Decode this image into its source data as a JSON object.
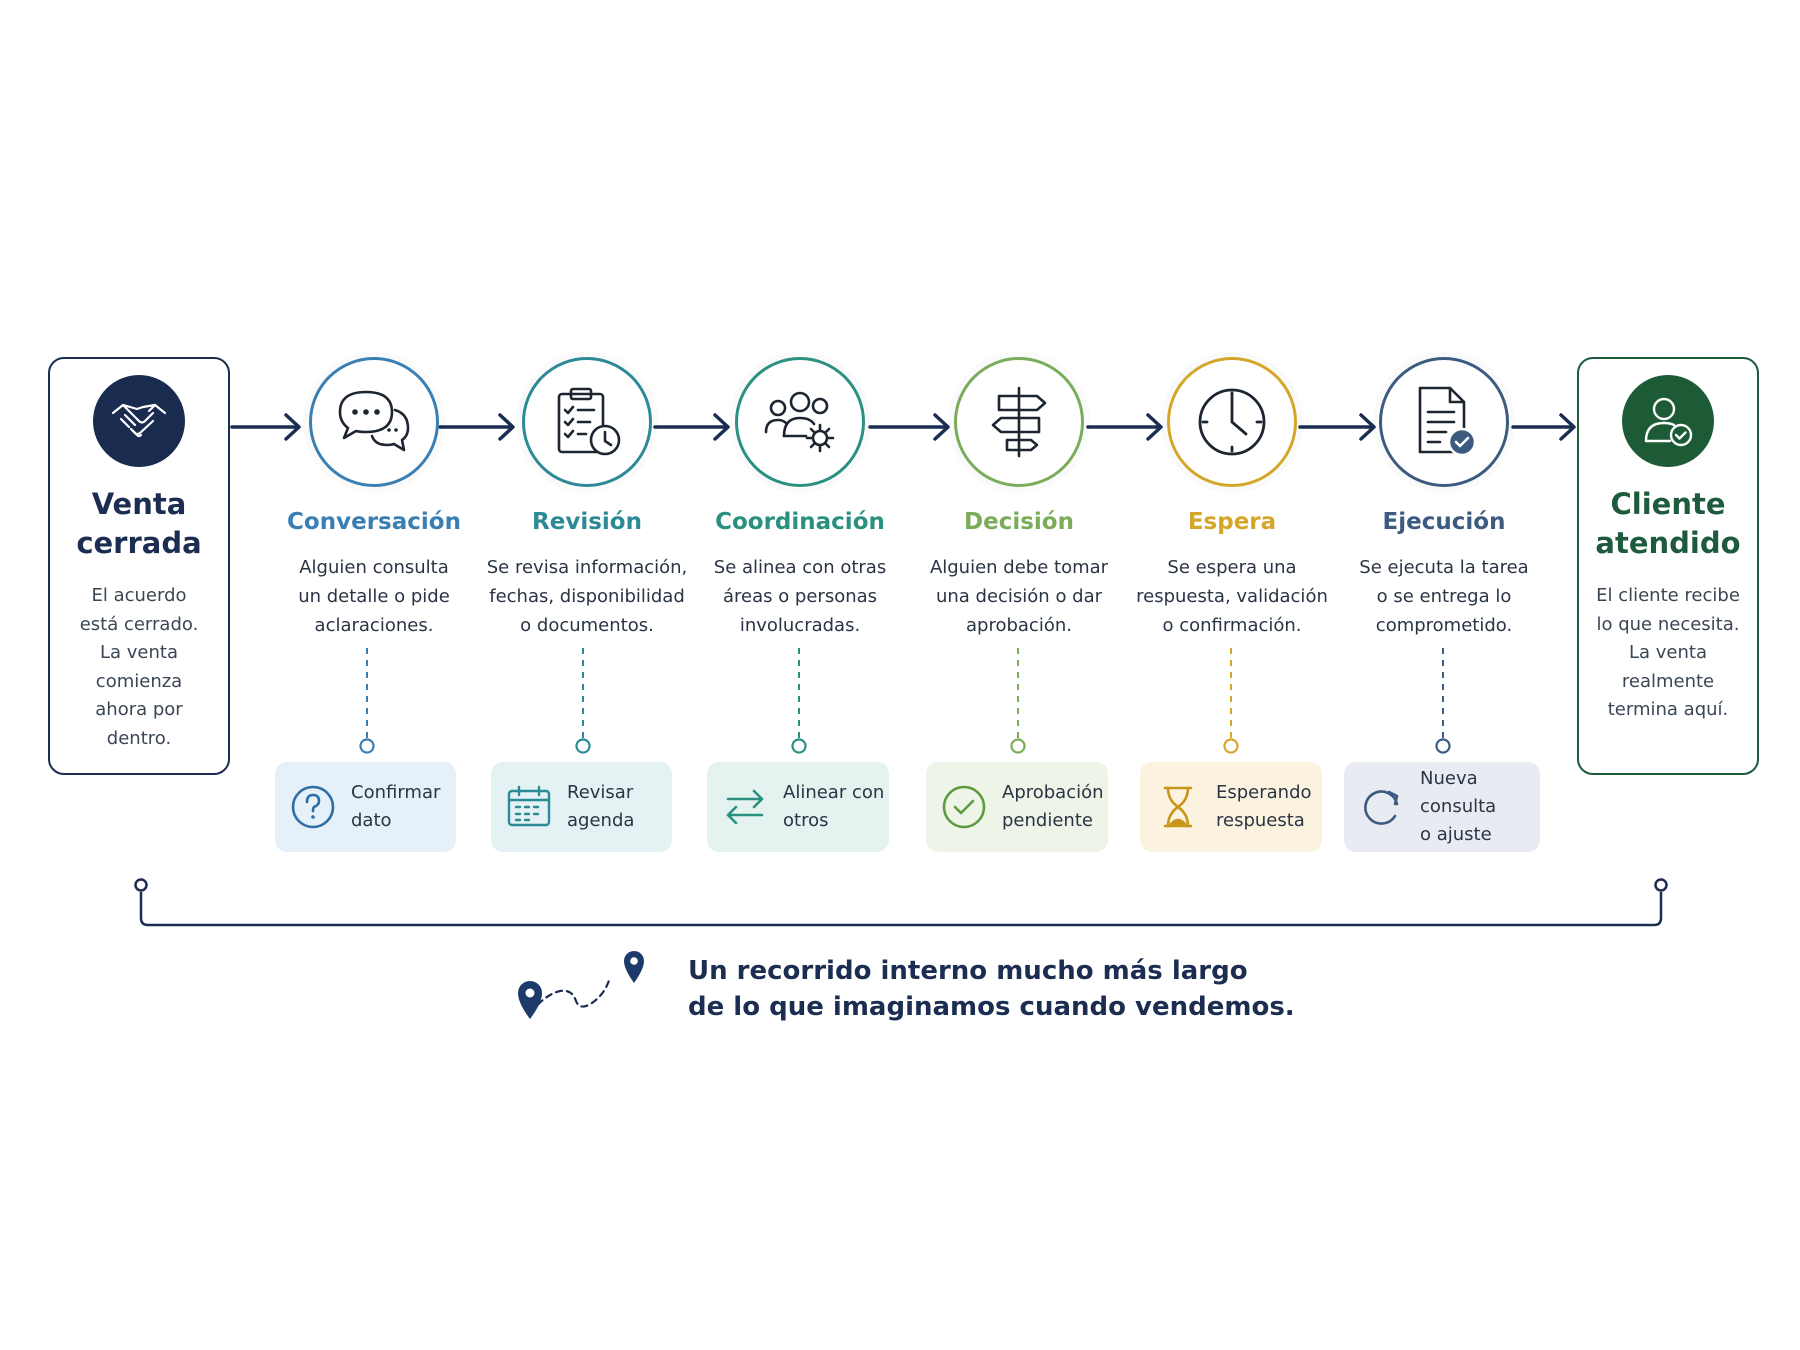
{
  "start": {
    "title_line1": "Venta",
    "title_line2": "cerrada",
    "desc_lines": [
      "El acuerdo",
      "está cerrado.",
      "La venta",
      "comienza",
      "ahora por",
      "dentro."
    ],
    "icon": "handshake-icon",
    "color": "#1c2d52"
  },
  "end": {
    "title_line1": "Cliente",
    "title_line2": "atendido",
    "desc_lines": [
      "El cliente recibe",
      "lo que necesita.",
      "La venta",
      "realmente",
      "termina aquí."
    ],
    "icon": "user-check-icon",
    "color": "#1e5a3c"
  },
  "stages": [
    {
      "name": "Conversación",
      "desc_lines": [
        "Alguien consulta",
        "un detalle o pide",
        "aclaraciones."
      ],
      "icon": "chat-bubbles-icon",
      "color": "#3a7fb3",
      "chip": {
        "lines": [
          "Confirmar",
          "dato"
        ],
        "icon": "question-icon",
        "bg": "#e6f0f8"
      }
    },
    {
      "name": "Revisión",
      "desc_lines": [
        "Se revisa información,",
        "fechas, disponibilidad",
        "o documentos."
      ],
      "icon": "clipboard-clock-icon",
      "color": "#2b8a96",
      "chip": {
        "lines": [
          "Revisar",
          "agenda"
        ],
        "icon": "calendar-icon",
        "bg": "#e4f2f3"
      }
    },
    {
      "name": "Coordinación",
      "desc_lines": [
        "Se alinea con otras",
        "áreas o personas",
        "involucradas."
      ],
      "icon": "team-gear-icon",
      "color": "#2a9080",
      "chip": {
        "lines": [
          "Alinear con",
          "otros"
        ],
        "icon": "swap-arrows-icon",
        "bg": "#e4f3f0"
      }
    },
    {
      "name": "Decisión",
      "desc_lines": [
        "Alguien debe tomar",
        "una decisión o dar",
        "aprobación."
      ],
      "icon": "signpost-icon",
      "color": "#7aac5a",
      "chip": {
        "lines": [
          "Aprobación",
          "pendiente"
        ],
        "icon": "check-circle-icon",
        "bg": "#eef5e8"
      }
    },
    {
      "name": "Espera",
      "desc_lines": [
        "Se espera una",
        "respuesta, validación",
        "o confirmación."
      ],
      "icon": "clock-icon",
      "color": "#d4a62a",
      "chip": {
        "lines": [
          "Esperando",
          "respuesta"
        ],
        "icon": "hourglass-icon",
        "bg": "#fbf3df"
      }
    },
    {
      "name": "Ejecución",
      "desc_lines": [
        "Se ejecuta la tarea",
        "o se entrega lo",
        "comprometido."
      ],
      "icon": "document-check-icon",
      "color": "#3d5a80",
      "chip": {
        "lines": [
          "Nueva consulta",
          "o ajuste"
        ],
        "icon": "refresh-icon",
        "bg": "#e8ecf2"
      }
    }
  ],
  "footer": {
    "line1": "Un recorrido interno mucho más largo",
    "line2": "de lo que imaginamos cuando vendemos.",
    "icon": "route-pins-icon"
  }
}
